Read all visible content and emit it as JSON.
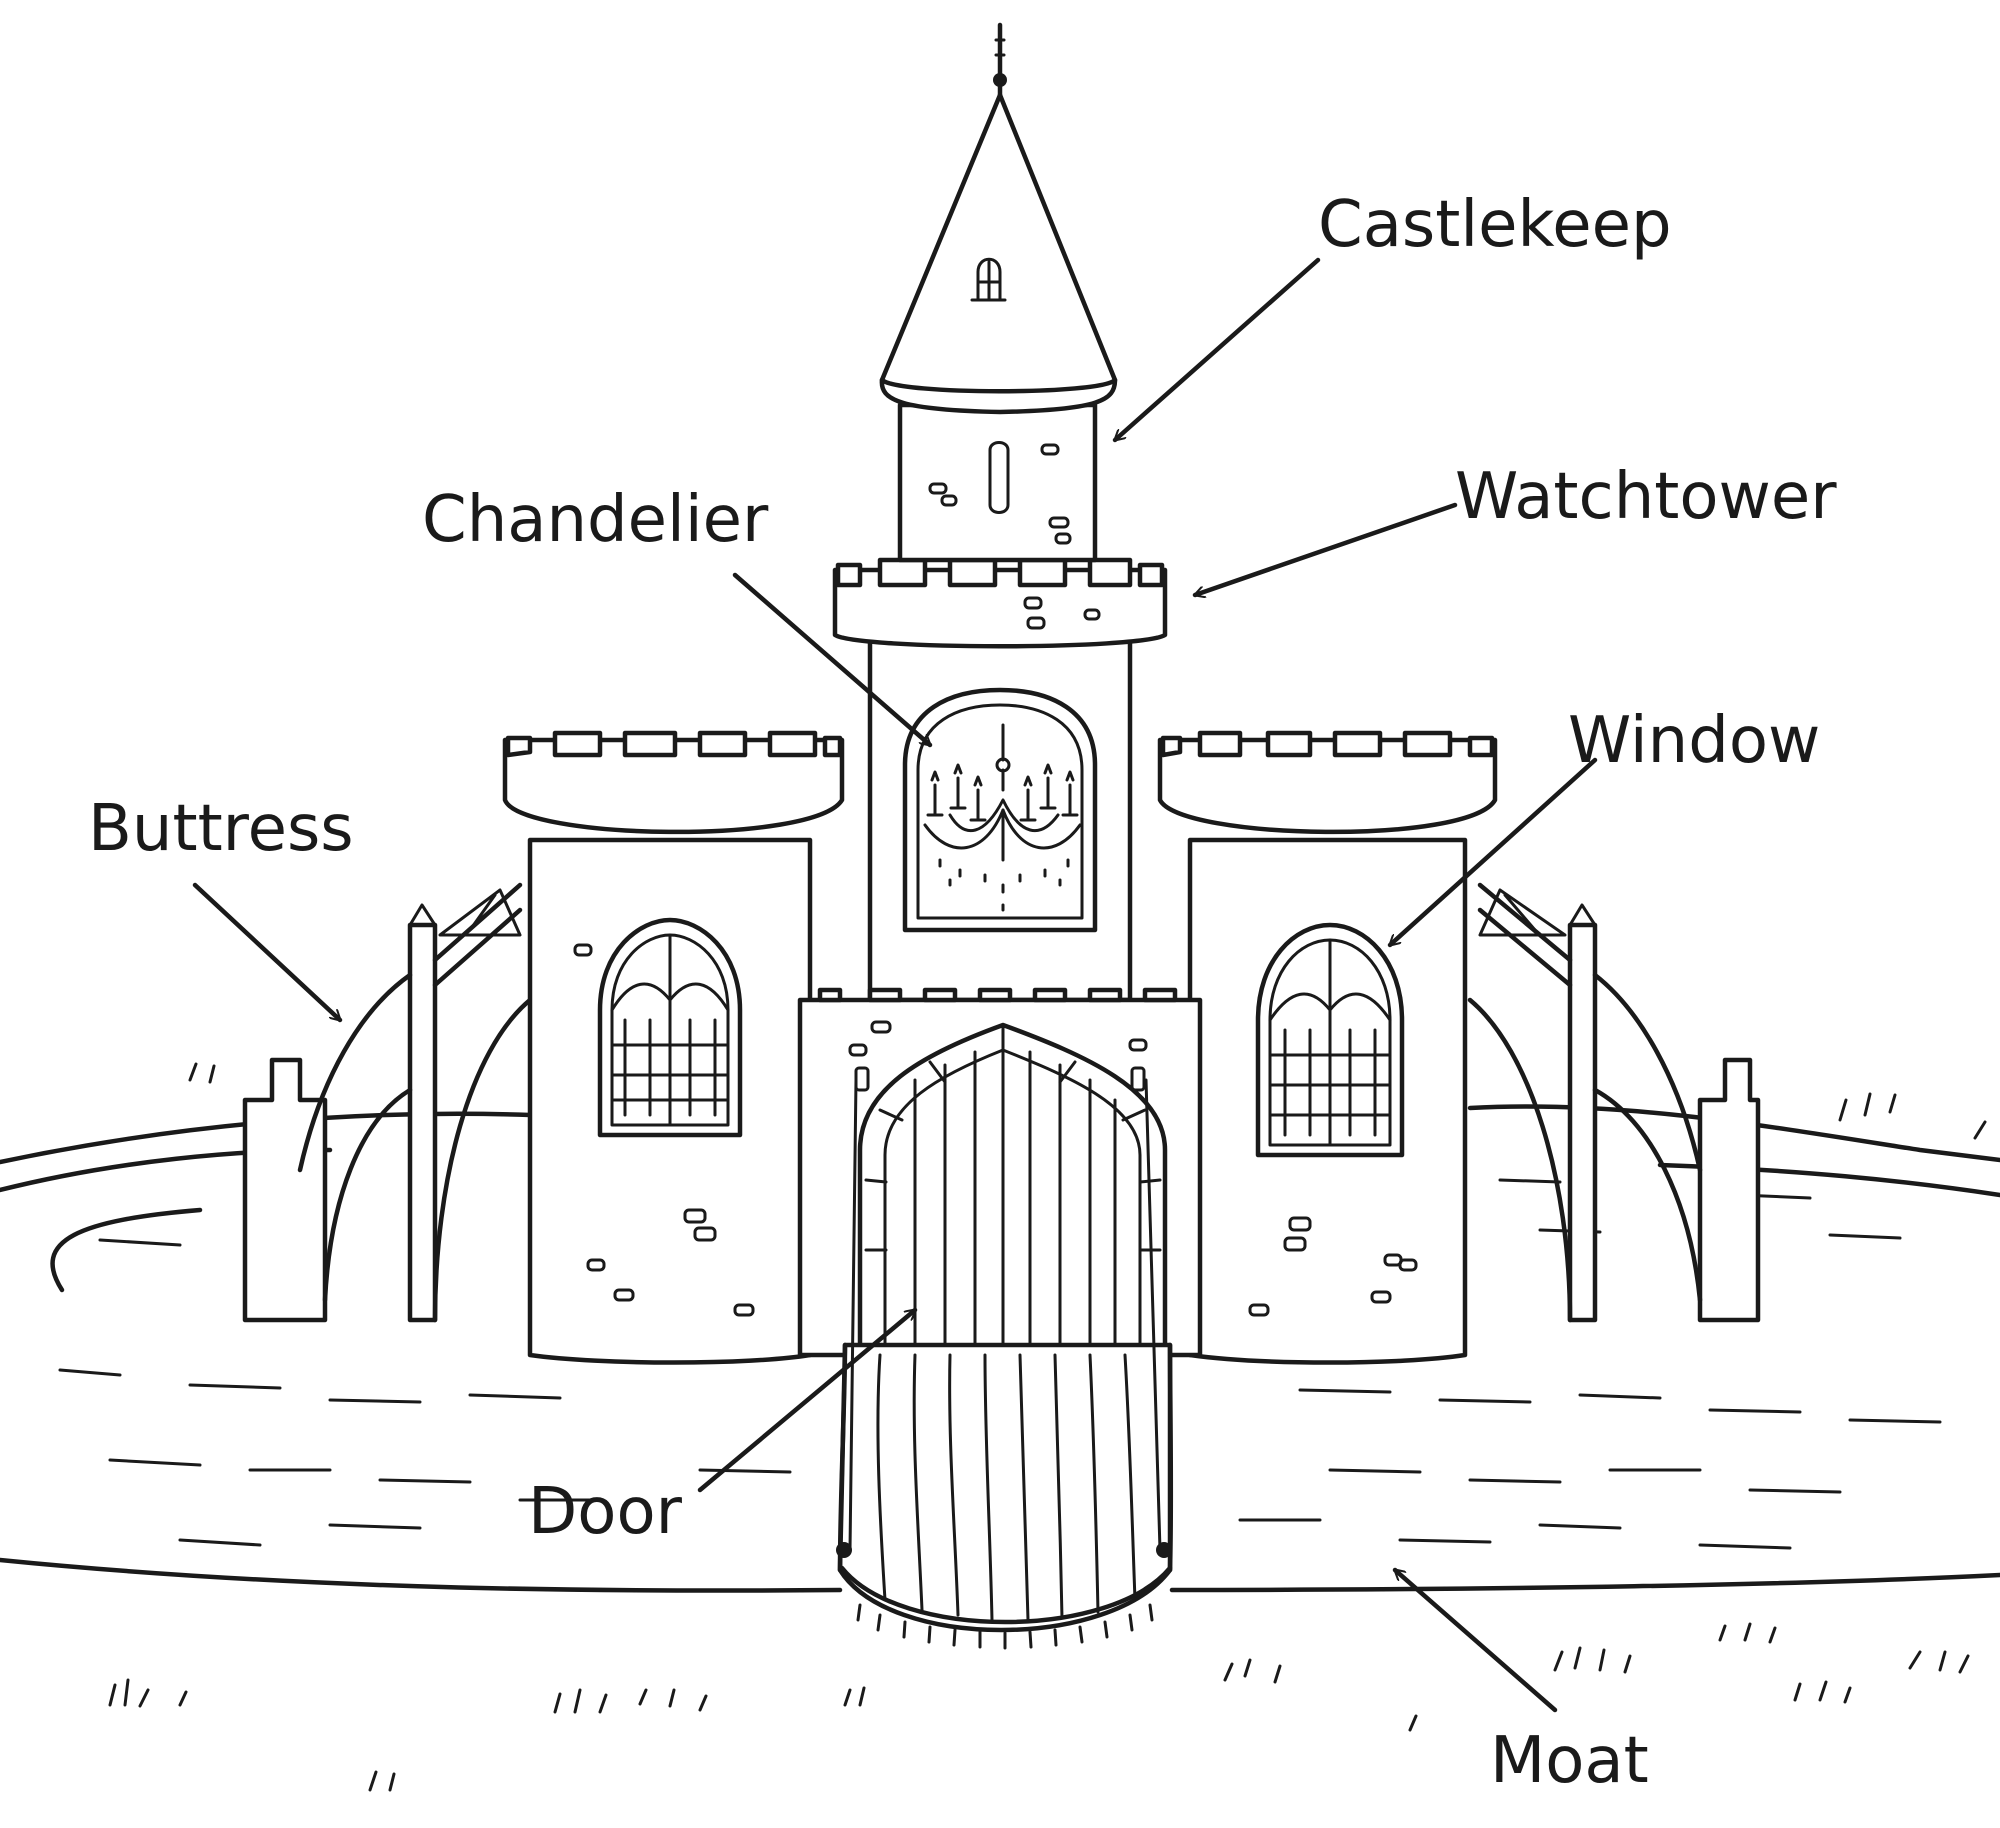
{
  "labels": {
    "castlekeep": "Castlekeep",
    "watchtower": "Watchtower",
    "chandelier": "Chandelier",
    "window": "Window",
    "buttress": "Buttress",
    "door": "Door",
    "moat": "Moat"
  },
  "colors": {
    "ink": "#1a1a1a",
    "paper": "#ffffff"
  }
}
